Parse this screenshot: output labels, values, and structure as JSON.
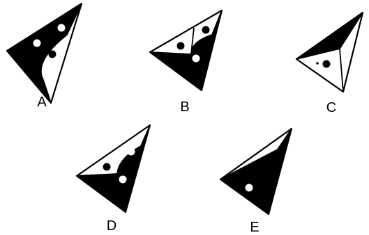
{
  "options": [
    {
      "label": "A",
      "name": "option-a"
    },
    {
      "label": "B",
      "name": "option-b"
    },
    {
      "label": "C",
      "name": "option-c"
    },
    {
      "label": "D",
      "name": "option-d"
    },
    {
      "label": "E",
      "name": "option-e"
    }
  ],
  "colors": {
    "black": "#000000",
    "white": "#ffffff"
  }
}
